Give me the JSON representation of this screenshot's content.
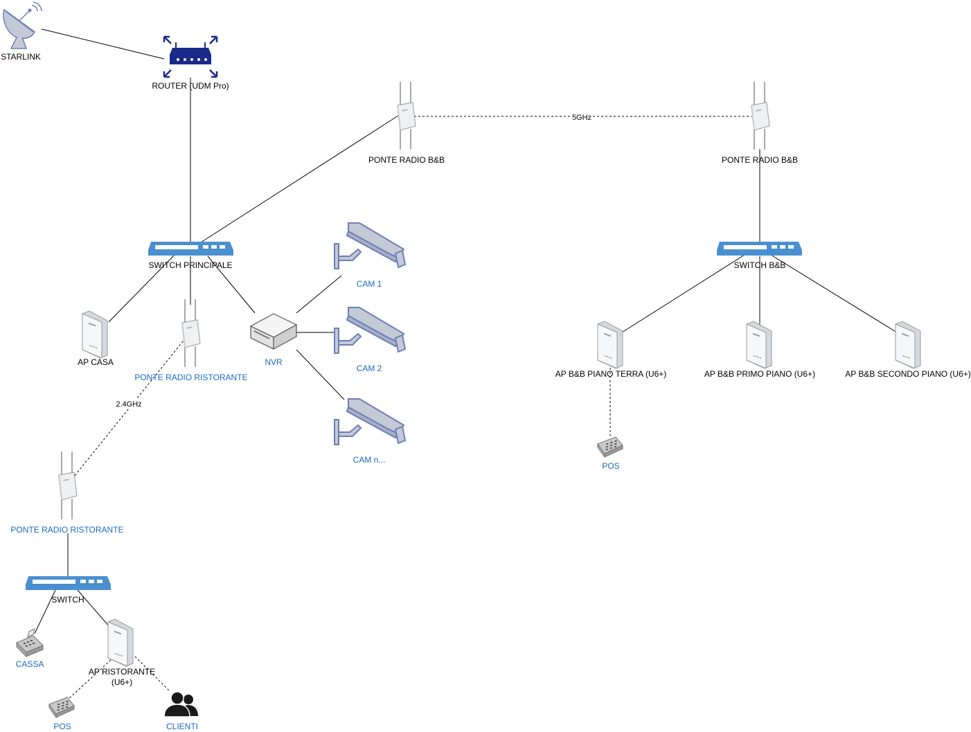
{
  "nodes": {
    "starlink": "STARLINK",
    "router": "ROUTER (UDM Pro)",
    "bridge_bb_left": "PONTE RADIO B&B",
    "bridge_bb_right": "PONTE RADIO B&B",
    "switch_main": "SWITCH PRINCIPALE",
    "switch_bb": "SWITCH B&B",
    "ap_casa": "AP CASA",
    "bridge_rist_top": "PONTE RADIO RISTORANTE",
    "nvr": "NVR",
    "cam1": "CAM 1",
    "cam2": "CAM 2",
    "camn": "CAM n...",
    "ap_bb_terra": "AP B&B PIANO TERRA (U6+)",
    "ap_bb_primo": "AP B&B PRIMO PIANO (U6+)",
    "ap_bb_secondo": "AP B&B SECONDO PIANO (U6+)",
    "pos_bb": "POS",
    "bridge_rist_bottom": "PONTE RADIO RISTORANTE",
    "switch_rist": "SWITCH",
    "cassa": "CASSA",
    "ap_rist_line1": "AP RISTORANTE",
    "ap_rist_line2": "(U6+)",
    "pos_rist": "POS",
    "clienti": "CLIENTI"
  },
  "links": {
    "wireless_5ghz": "5GHz",
    "wireless_24ghz": "2.4GHz"
  },
  "colors": {
    "switch_blue": "#4a90d0",
    "router_navy": "#1a2a8a",
    "camera_fill": "#c4c9d6",
    "camera_stroke": "#6a7fb8",
    "blue_label": "#1769c4"
  },
  "icons": {
    "satellite": "satellite-dish-icon",
    "router": "router-icon",
    "switch": "network-switch-icon",
    "bridge": "radio-bridge-icon",
    "access_point": "access-point-icon",
    "nvr": "nvr-icon",
    "camera": "security-camera-icon",
    "pos": "pos-terminal-icon",
    "register": "cash-register-icon",
    "users": "users-icon"
  }
}
